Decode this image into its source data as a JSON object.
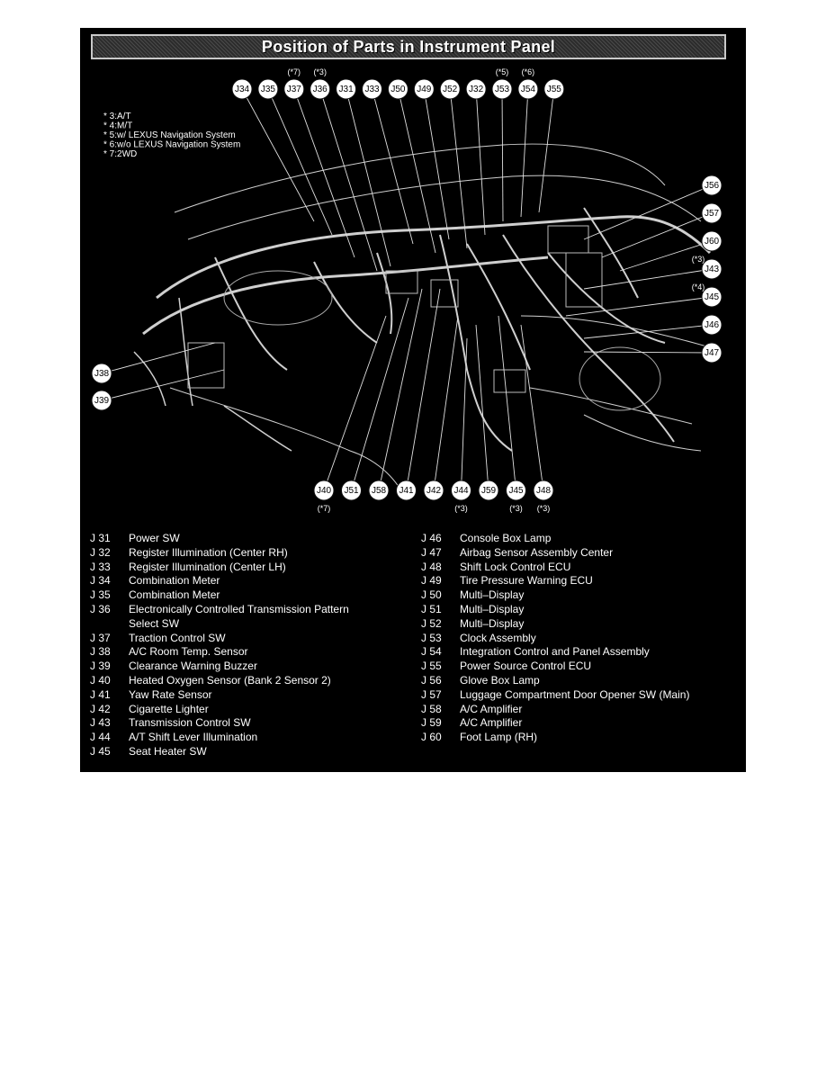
{
  "title": "Position of Parts in Instrument Panel",
  "notes": [
    "* 3:A/T",
    "* 4:M/T",
    "* 5:w/ LEXUS Navigation System",
    "* 6:w/o LEXUS Navigation System",
    "* 7:2WD"
  ],
  "callouts_top": [
    {
      "label": "J34",
      "ref": ""
    },
    {
      "label": "J35",
      "ref": ""
    },
    {
      "label": "J37",
      "ref": "(*7)"
    },
    {
      "label": "J36",
      "ref": "(*3)"
    },
    {
      "label": "J31",
      "ref": ""
    },
    {
      "label": "J33",
      "ref": ""
    },
    {
      "label": "J50",
      "ref": ""
    },
    {
      "label": "J49",
      "ref": ""
    },
    {
      "label": "J52",
      "ref": ""
    },
    {
      "label": "J32",
      "ref": ""
    },
    {
      "label": "J53",
      "ref": "(*5)"
    },
    {
      "label": "J54",
      "ref": "(*6)"
    },
    {
      "label": "J55",
      "ref": ""
    }
  ],
  "callouts_right": [
    {
      "label": "J56",
      "ref": ""
    },
    {
      "label": "J57",
      "ref": ""
    },
    {
      "label": "J60",
      "ref": ""
    },
    {
      "label": "J43",
      "ref": "(*3)"
    },
    {
      "label": "J45",
      "ref": "(*4)"
    },
    {
      "label": "J46",
      "ref": ""
    },
    {
      "label": "J47",
      "ref": ""
    }
  ],
  "callouts_left": [
    {
      "label": "J38",
      "ref": ""
    },
    {
      "label": "J39",
      "ref": ""
    }
  ],
  "callouts_bottom": [
    {
      "label": "J40",
      "ref": "(*7)"
    },
    {
      "label": "J51",
      "ref": ""
    },
    {
      "label": "J58",
      "ref": ""
    },
    {
      "label": "J41",
      "ref": ""
    },
    {
      "label": "J42",
      "ref": ""
    },
    {
      "label": "J44",
      "ref": "(*3)"
    },
    {
      "label": "J59",
      "ref": ""
    },
    {
      "label": "J45",
      "ref": "(*3)"
    },
    {
      "label": "J48",
      "ref": "(*3)"
    }
  ],
  "legend_left": [
    {
      "code": "J 31",
      "name": "Power SW"
    },
    {
      "code": "J 32",
      "name": "Register Illumination (Center RH)"
    },
    {
      "code": "J 33",
      "name": "Register Illumination (Center LH)"
    },
    {
      "code": "J 34",
      "name": "Combination Meter"
    },
    {
      "code": "J 35",
      "name": "Combination Meter"
    },
    {
      "code": "J 36",
      "name": "Electronically Controlled Transmission Pattern"
    },
    {
      "code": "",
      "name": "Select SW"
    },
    {
      "code": "J 37",
      "name": "Traction Control SW"
    },
    {
      "code": "J 38",
      "name": "A/C Room Temp. Sensor"
    },
    {
      "code": "J 39",
      "name": "Clearance Warning Buzzer"
    },
    {
      "code": "J 40",
      "name": "Heated Oxygen Sensor (Bank 2 Sensor 2)"
    },
    {
      "code": "J 41",
      "name": "Yaw Rate Sensor"
    },
    {
      "code": "J 42",
      "name": "Cigarette Lighter"
    },
    {
      "code": "J 43",
      "name": "Transmission Control SW"
    },
    {
      "code": "J 44",
      "name": "A/T Shift Lever Illumination"
    },
    {
      "code": "J 45",
      "name": "Seat Heater SW"
    }
  ],
  "legend_right": [
    {
      "code": "J 46",
      "name": "Console Box Lamp"
    },
    {
      "code": "J 47",
      "name": "Airbag Sensor Assembly Center"
    },
    {
      "code": "J 48",
      "name": "Shift Lock Control ECU"
    },
    {
      "code": "J 49",
      "name": "Tire Pressure Warning ECU"
    },
    {
      "code": "J 50",
      "name": "Multi–Display"
    },
    {
      "code": "J 51",
      "name": "Multi–Display"
    },
    {
      "code": "J 52",
      "name": "Multi–Display"
    },
    {
      "code": "J 53",
      "name": "Clock Assembly"
    },
    {
      "code": "J 54",
      "name": "Integration Control and Panel Assembly"
    },
    {
      "code": "J 55",
      "name": "Power Source Control ECU"
    },
    {
      "code": "J 56",
      "name": "Glove Box Lamp"
    },
    {
      "code": "J 57",
      "name": "Luggage Compartment Door Opener SW (Main)"
    },
    {
      "code": "J 58",
      "name": "A/C Amplifier"
    },
    {
      "code": "J 59",
      "name": "A/C Amplifier"
    },
    {
      "code": "J 60",
      "name": "Foot Lamp (RH)"
    }
  ],
  "colors": {
    "background": "#000000",
    "foreground": "#ffffff",
    "callout_fill": "#ffffff"
  }
}
